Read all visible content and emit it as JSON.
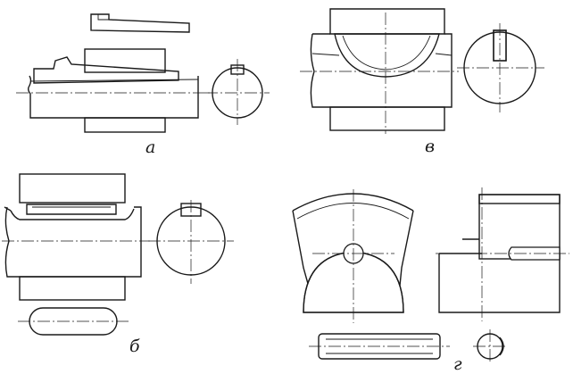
{
  "figure": {
    "labels": {
      "a": "а",
      "b": "б",
      "v": "в",
      "g": "г"
    },
    "colors": {
      "ink": "#1a1a1a",
      "paper": "#ffffff"
    }
  }
}
